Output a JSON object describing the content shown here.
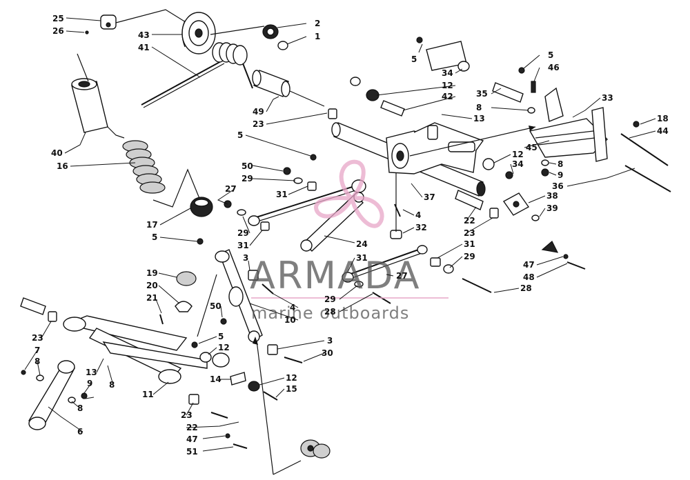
{
  "watermark": {
    "brand": "ARMADA",
    "tagline": "marine outboards",
    "brand_color": "#555555",
    "accent_color": "#e8a6c8"
  },
  "labels": [
    {
      "id": "l25",
      "text": "25"
    },
    {
      "id": "l26",
      "text": "26"
    },
    {
      "id": "l43",
      "text": "43"
    },
    {
      "id": "l41",
      "text": "41"
    },
    {
      "id": "l2",
      "text": "2"
    },
    {
      "id": "l1",
      "text": "1"
    },
    {
      "id": "l49",
      "text": "49"
    },
    {
      "id": "l23a",
      "text": "23"
    },
    {
      "id": "l40",
      "text": "40"
    },
    {
      "id": "l16",
      "text": "16"
    },
    {
      "id": "l5a",
      "text": "5"
    },
    {
      "id": "l34a",
      "text": "34"
    },
    {
      "id": "l12a",
      "text": "12"
    },
    {
      "id": "l42",
      "text": "42"
    },
    {
      "id": "l5b",
      "text": "5"
    },
    {
      "id": "l46",
      "text": "46"
    },
    {
      "id": "l35",
      "text": "35"
    },
    {
      "id": "l8a",
      "text": "8"
    },
    {
      "id": "l13a",
      "text": "13"
    },
    {
      "id": "l33",
      "text": "33"
    },
    {
      "id": "l18",
      "text": "18"
    },
    {
      "id": "l44",
      "text": "44"
    },
    {
      "id": "l5c",
      "text": "5"
    },
    {
      "id": "l12b",
      "text": "12"
    },
    {
      "id": "l34b",
      "text": "34"
    },
    {
      "id": "l45",
      "text": "45"
    },
    {
      "id": "l8b",
      "text": "8"
    },
    {
      "id": "l9a",
      "text": "9"
    },
    {
      "id": "l36",
      "text": "36"
    },
    {
      "id": "l50a",
      "text": "50"
    },
    {
      "id": "l29a",
      "text": "29"
    },
    {
      "id": "l27a",
      "text": "27"
    },
    {
      "id": "l31a",
      "text": "31"
    },
    {
      "id": "l37",
      "text": "37"
    },
    {
      "id": "l38",
      "text": "38"
    },
    {
      "id": "l39",
      "text": "39"
    },
    {
      "id": "l17",
      "text": "17"
    },
    {
      "id": "l5d",
      "text": "5"
    },
    {
      "id": "l29b",
      "text": "29"
    },
    {
      "id": "l31b",
      "text": "31"
    },
    {
      "id": "l4a",
      "text": "4"
    },
    {
      "id": "l32",
      "text": "32"
    },
    {
      "id": "l22a",
      "text": "22"
    },
    {
      "id": "l23b",
      "text": "23"
    },
    {
      "id": "l24",
      "text": "24"
    },
    {
      "id": "l31c",
      "text": "31"
    },
    {
      "id": "l29c",
      "text": "29"
    },
    {
      "id": "l3a",
      "text": "3"
    },
    {
      "id": "l31d",
      "text": "31"
    },
    {
      "id": "l47a",
      "text": "47"
    },
    {
      "id": "l48",
      "text": "48"
    },
    {
      "id": "l19",
      "text": "19"
    },
    {
      "id": "l27b",
      "text": "27"
    },
    {
      "id": "l20",
      "text": "20"
    },
    {
      "id": "l28a",
      "text": "28"
    },
    {
      "id": "l4b",
      "text": "4"
    },
    {
      "id": "l10",
      "text": "10"
    },
    {
      "id": "l29d",
      "text": "29"
    },
    {
      "id": "l28b",
      "text": "28"
    },
    {
      "id": "l21",
      "text": "21"
    },
    {
      "id": "l50b",
      "text": "50"
    },
    {
      "id": "l23c",
      "text": "23"
    },
    {
      "id": "l5e",
      "text": "5"
    },
    {
      "id": "l12c",
      "text": "12"
    },
    {
      "id": "l3b",
      "text": "3"
    },
    {
      "id": "l30",
      "text": "30"
    },
    {
      "id": "l7",
      "text": "7"
    },
    {
      "id": "l8c",
      "text": "8"
    },
    {
      "id": "l13b",
      "text": "13"
    },
    {
      "id": "l8d",
      "text": "8"
    },
    {
      "id": "l9b",
      "text": "9"
    },
    {
      "id": "l11",
      "text": "11"
    },
    {
      "id": "l14",
      "text": "14"
    },
    {
      "id": "l12d",
      "text": "12"
    },
    {
      "id": "l15",
      "text": "15"
    },
    {
      "id": "l8e",
      "text": "8"
    },
    {
      "id": "l6",
      "text": "6"
    },
    {
      "id": "l23d",
      "text": "23"
    },
    {
      "id": "l22b",
      "text": "22"
    },
    {
      "id": "l47b",
      "text": "47"
    },
    {
      "id": "l51",
      "text": "51"
    }
  ]
}
